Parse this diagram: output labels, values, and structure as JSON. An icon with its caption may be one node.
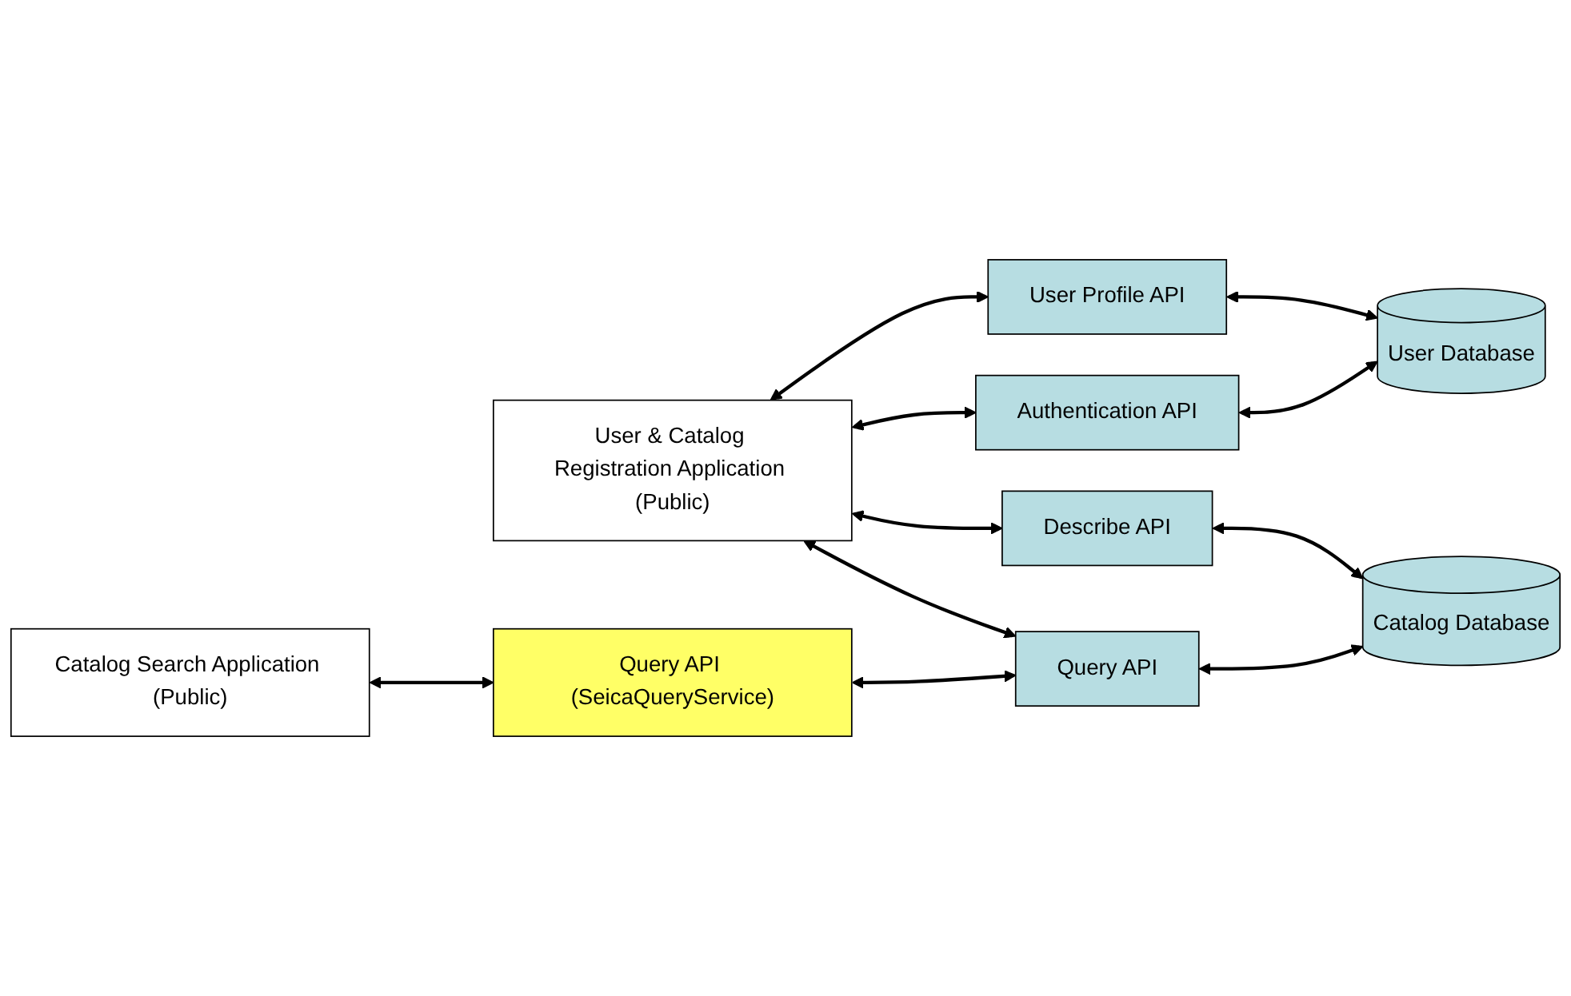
{
  "diagram": {
    "nodes": [
      {
        "text": [
          "User & Catalog Registration Application (Public)"
        ]
      },
      {
        "text": [
          "Catalog Search Application (Public)"
        ]
      },
      {
        "text": [
          "Query API (SeicaQueryService)"
        ]
      },
      {
        "text": [
          "User Profile API"
        ]
      },
      {
        "text": [
          "Authentication API"
        ]
      },
      {
        "text": [
          "Describe API"
        ]
      },
      {
        "text": [
          "Query API"
        ]
      },
      {
        "text": [
          "User Database"
        ]
      },
      {
        "text": [
          "Catalog Database"
        ]
      }
    ],
    "edges": [
      {
        "from": 0,
        "to": 3,
        "arrow": "both"
      },
      {
        "from": 0,
        "to": 4,
        "arrow": "both"
      },
      {
        "from": 0,
        "to": 5,
        "arrow": "both"
      },
      {
        "from": 0,
        "to": 6,
        "arrow": "both"
      },
      {
        "from": 1,
        "to": 2,
        "arrow": "both"
      },
      {
        "from": 2,
        "to": 6,
        "arrow": "both"
      },
      {
        "from": 3,
        "to": 7,
        "arrow": "both"
      },
      {
        "from": 4,
        "to": 7,
        "arrow": "both"
      },
      {
        "from": 5,
        "to": 8,
        "arrow": "both"
      },
      {
        "from": 6,
        "to": 8,
        "arrow": "both"
      }
    ]
  }
}
